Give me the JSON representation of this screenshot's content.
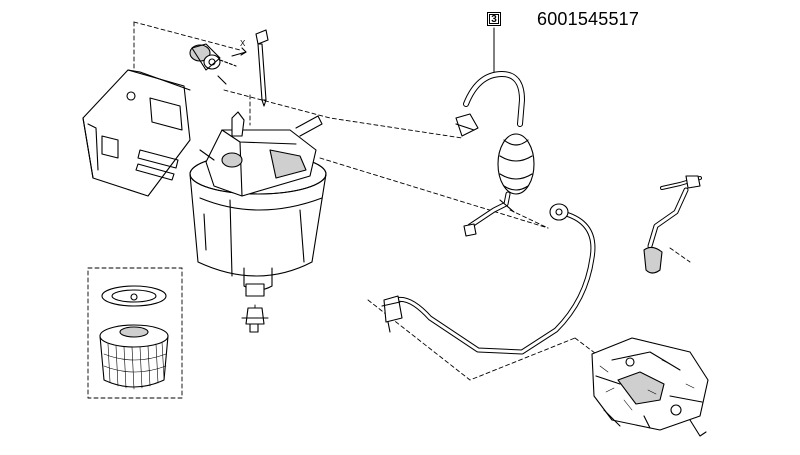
{
  "diagram": {
    "part_number": "6001545517",
    "callout_number": "3",
    "dimension_label": "X"
  },
  "colors": {
    "line": "#000000",
    "background": "#ffffff",
    "shade": "#cfcfcf"
  }
}
